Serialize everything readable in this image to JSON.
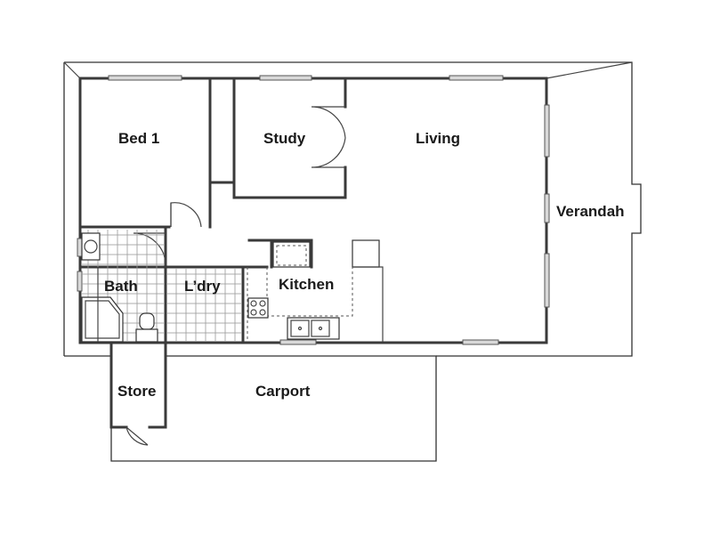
{
  "rooms": {
    "bed1": "Bed 1",
    "study": "Study",
    "living": "Living",
    "verandah": "Verandah",
    "bath": "Bath",
    "laundry": "L’dry",
    "kitchen": "Kitchen",
    "store": "Store",
    "carport": "Carport"
  },
  "colors": {
    "wall": "#3a3a3a",
    "tile": "#9a9a9a",
    "background": "#ffffff"
  }
}
